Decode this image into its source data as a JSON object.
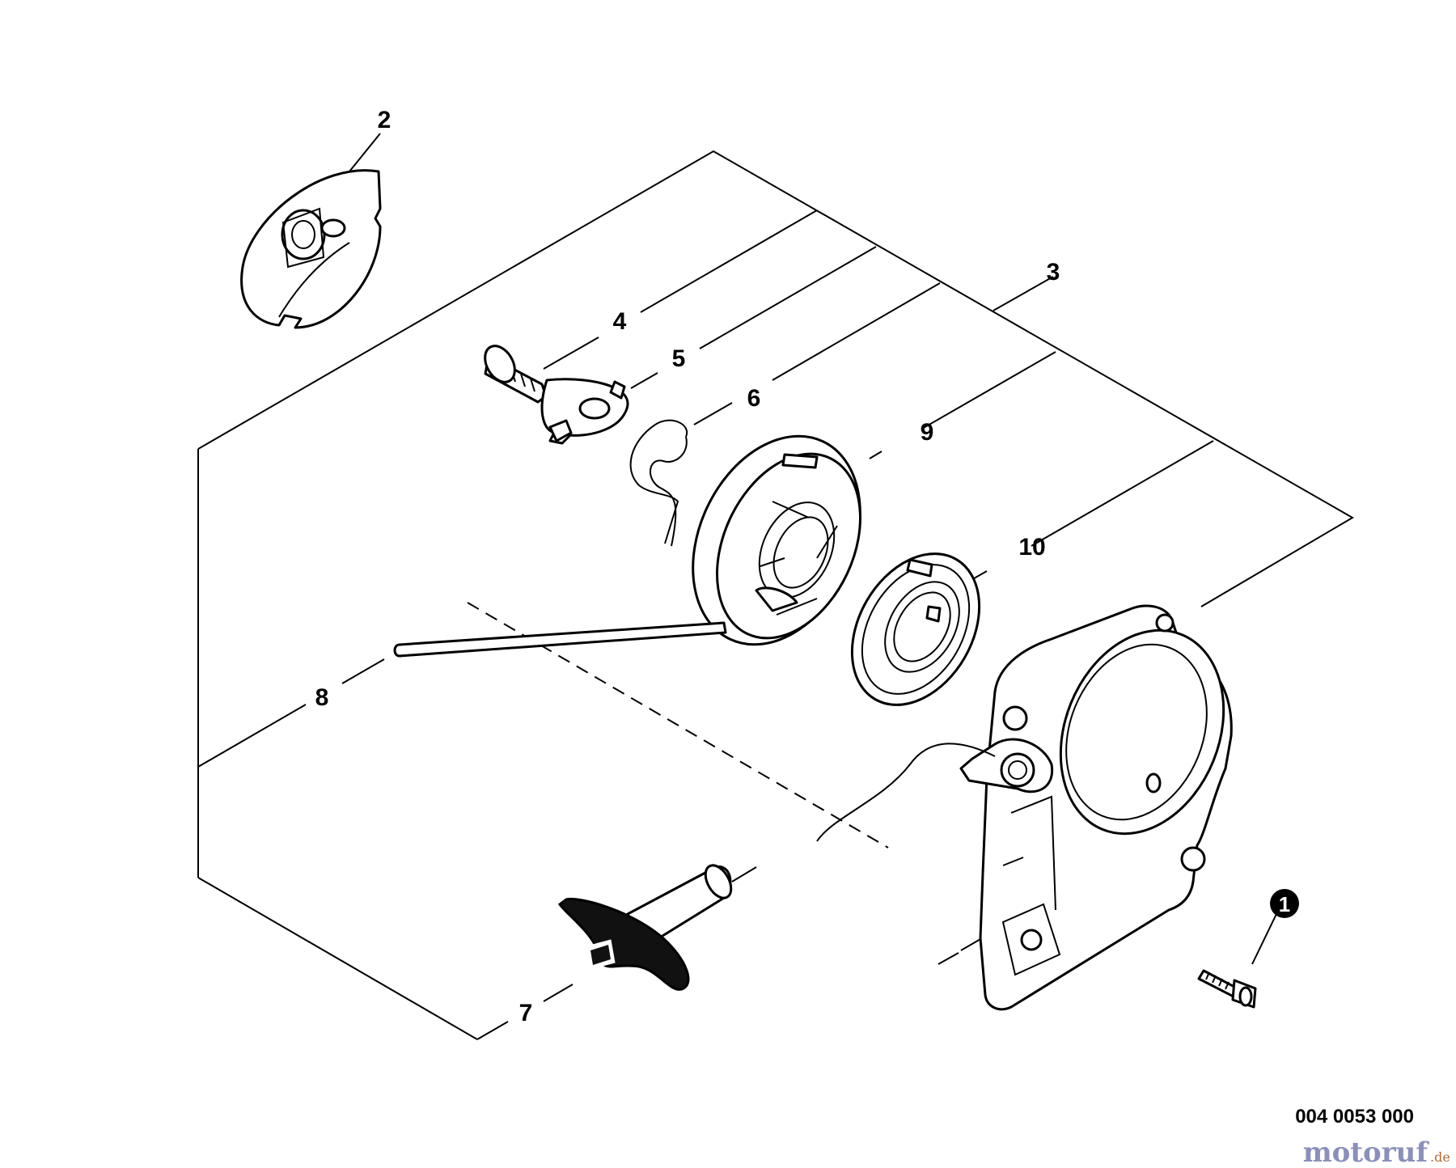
{
  "diagram": {
    "callouts": [
      {
        "id": "2",
        "text": "2"
      },
      {
        "id": "3",
        "text": "3"
      },
      {
        "id": "4",
        "text": "4"
      },
      {
        "id": "5",
        "text": "5"
      },
      {
        "id": "6",
        "text": "6"
      },
      {
        "id": "7",
        "text": "7"
      },
      {
        "id": "8",
        "text": "8"
      },
      {
        "id": "9",
        "text": "9"
      },
      {
        "id": "10",
        "text": "10"
      },
      {
        "id": "1",
        "text": "1"
      }
    ],
    "drawing_code": "004 0053 000",
    "watermark": {
      "brand": "motoruf",
      "suffix": ".de"
    }
  },
  "colors": {
    "ink": "#000000",
    "paper": "#ffffff",
    "watermark": "#8c8fb8"
  }
}
